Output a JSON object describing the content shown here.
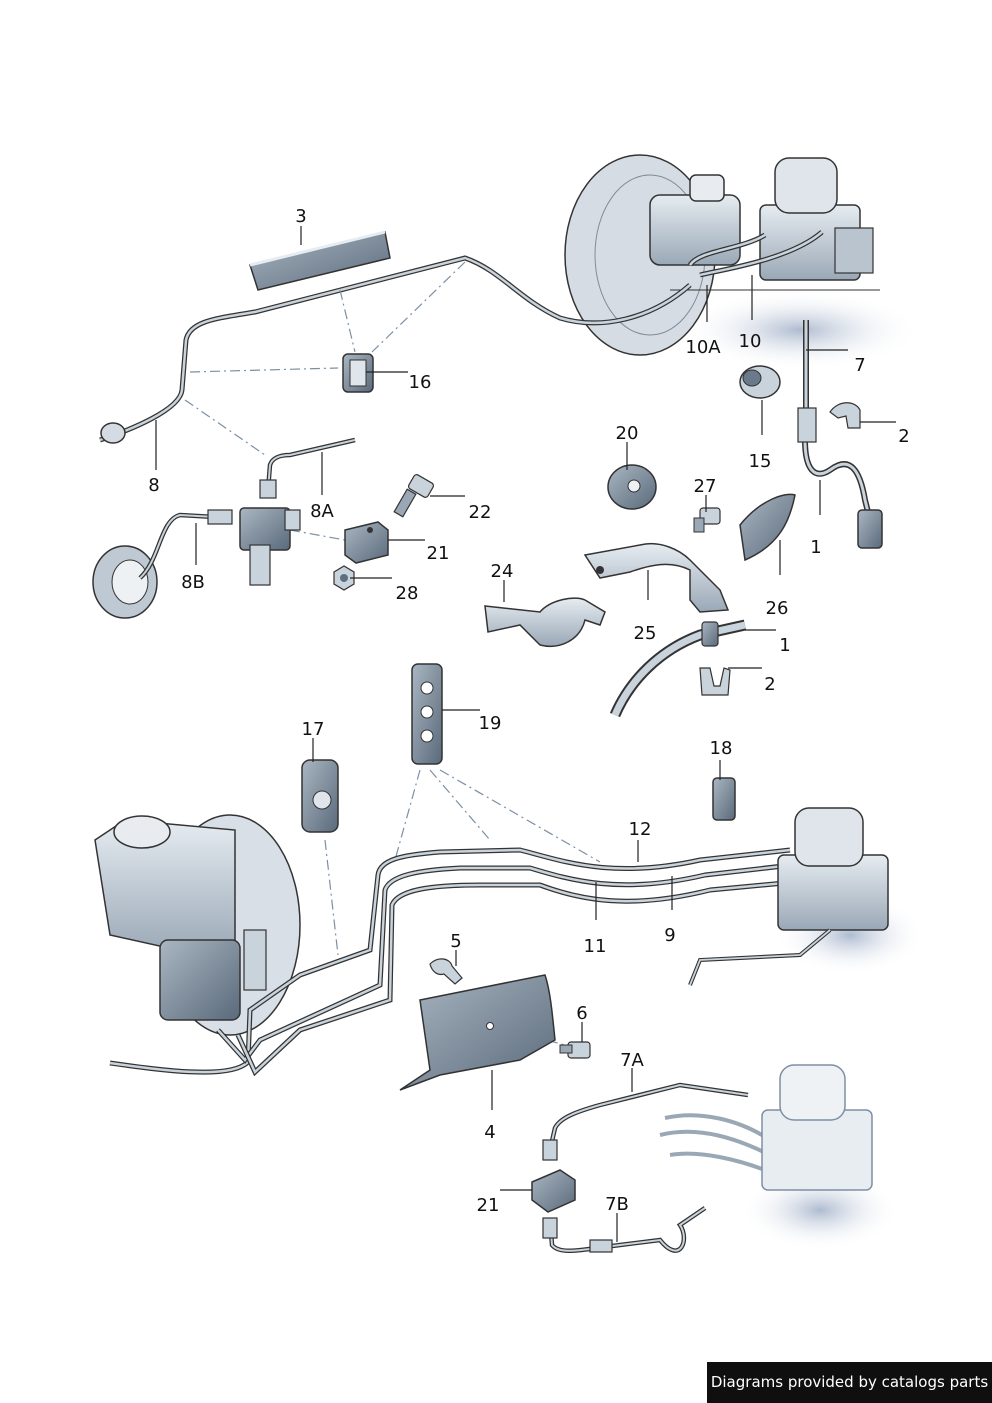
{
  "callouts": {
    "c1": "1",
    "c1b": "1",
    "c2": "2",
    "c2b": "2",
    "c3": "3",
    "c4": "4",
    "c5": "5",
    "c6": "6",
    "c7": "7",
    "c7a": "7A",
    "c7b": "7B",
    "c8": "8",
    "c8a": "8A",
    "c8b": "8B",
    "c9": "9",
    "c10": "10",
    "c10a": "10A",
    "c11": "11",
    "c12": "12",
    "c15": "15",
    "c16": "16",
    "c17": "17",
    "c18": "18",
    "c19": "19",
    "c20": "20",
    "c21": "21",
    "c21b": "21",
    "c22": "22",
    "c24": "24",
    "c25": "25",
    "c26": "26",
    "c27": "27",
    "c28": "28"
  },
  "caption": "Diagrams provided by catalogs parts",
  "colors": {
    "part_fill": "#c9d3dc",
    "part_dark": "#5f6f80",
    "shadow": "#b9c4d6",
    "line": "#2b2b2b",
    "dashdot": "#7d8fa3"
  }
}
